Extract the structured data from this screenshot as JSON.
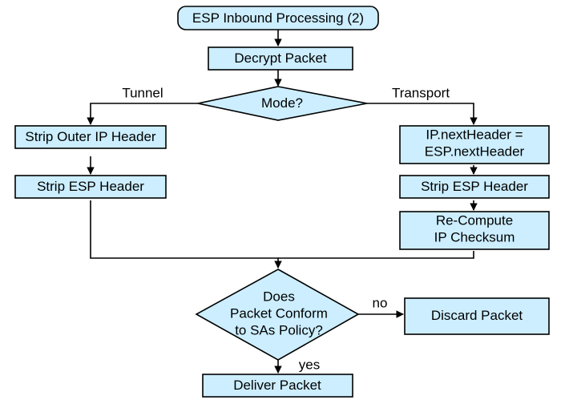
{
  "diagram": {
    "title": "ESP Inbound Processing (2)",
    "type": "flowchart",
    "palette": {
      "node_fill": "#cceeff",
      "node_stroke": "#000000",
      "background": "#ffffff",
      "text": "#000000"
    },
    "nodes": [
      {
        "id": "start",
        "shape": "rounded-rectangle",
        "label": "ESP Inbound Processing (2)",
        "lines": [
          "ESP Inbound Processing (2)"
        ]
      },
      {
        "id": "decrypt",
        "shape": "rectangle",
        "label": "Decrypt Packet",
        "lines": [
          "Decrypt Packet"
        ]
      },
      {
        "id": "mode",
        "shape": "diamond",
        "label": "Mode?",
        "lines": [
          "Mode?"
        ]
      },
      {
        "id": "strip-outer-ip",
        "shape": "rectangle",
        "label": "Strip Outer IP Header",
        "lines": [
          "Strip Outer IP Header"
        ]
      },
      {
        "id": "strip-esp-tunnel",
        "shape": "rectangle",
        "label": "Strip ESP Header",
        "lines": [
          "Strip ESP Header"
        ]
      },
      {
        "id": "ip-nextheader",
        "shape": "rectangle",
        "label": "IP.nextHeader = ESP.nextHeader",
        "lines": [
          "IP.nextHeader =",
          "ESP.nextHeader"
        ]
      },
      {
        "id": "strip-esp-transport",
        "shape": "rectangle",
        "label": "Strip ESP Header",
        "lines": [
          "Strip ESP Header"
        ]
      },
      {
        "id": "recompute-checksum",
        "shape": "rectangle",
        "label": "Re-Compute IP Checksum",
        "lines": [
          "Re-Compute",
          "IP Checksum"
        ]
      },
      {
        "id": "conform",
        "shape": "diamond",
        "label": "Does Packet Conform to SAs Policy?",
        "lines": [
          "Does",
          "Packet Conform",
          "to SAs Policy?"
        ]
      },
      {
        "id": "discard",
        "shape": "rectangle",
        "label": "Discard Packet",
        "lines": [
          "Discard Packet"
        ]
      },
      {
        "id": "deliver",
        "shape": "rectangle",
        "label": "Deliver Packet",
        "lines": [
          "Deliver Packet"
        ]
      }
    ],
    "edge_labels": {
      "tunnel": "Tunnel",
      "transport": "Transport",
      "no": "no",
      "yes": "yes"
    },
    "edges": [
      {
        "from": "start",
        "to": "decrypt",
        "label": ""
      },
      {
        "from": "decrypt",
        "to": "mode",
        "label": ""
      },
      {
        "from": "mode",
        "to": "strip-outer-ip",
        "label": "Tunnel"
      },
      {
        "from": "mode",
        "to": "ip-nextheader",
        "label": "Transport"
      },
      {
        "from": "strip-outer-ip",
        "to": "strip-esp-tunnel",
        "label": ""
      },
      {
        "from": "ip-nextheader",
        "to": "strip-esp-transport",
        "label": ""
      },
      {
        "from": "strip-esp-transport",
        "to": "recompute-checksum",
        "label": ""
      },
      {
        "from": "strip-esp-tunnel",
        "to": "conform",
        "label": ""
      },
      {
        "from": "recompute-checksum",
        "to": "conform",
        "label": ""
      },
      {
        "from": "conform",
        "to": "discard",
        "label": "no"
      },
      {
        "from": "conform",
        "to": "deliver",
        "label": "yes"
      }
    ]
  }
}
